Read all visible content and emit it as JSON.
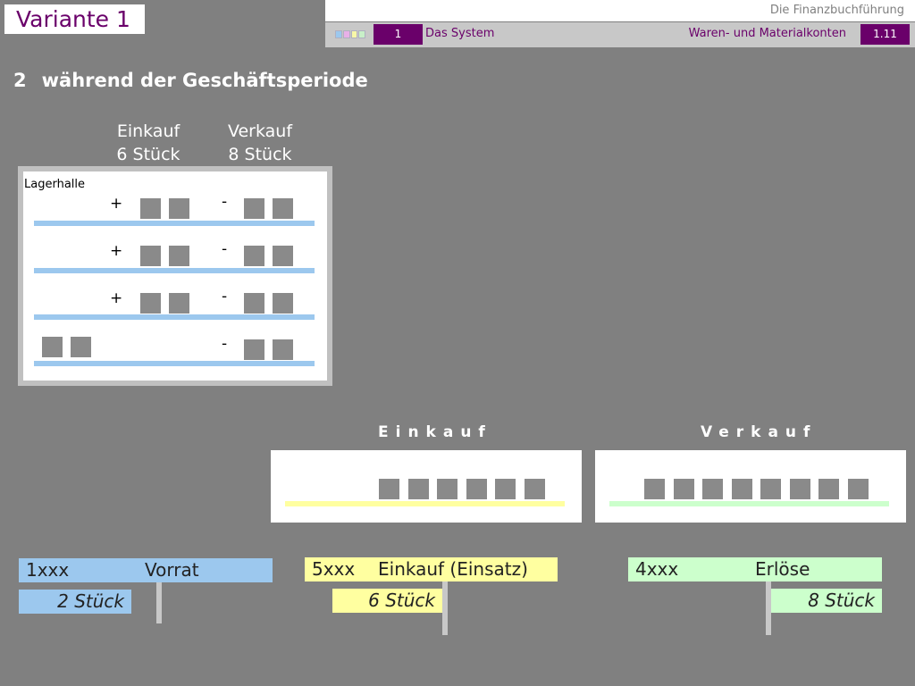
{
  "variant_label": "Variante 1",
  "header": {
    "book_title": "Die Finanzbuchführung",
    "chapter_number": "1",
    "chapter_title": "Das System",
    "section_title": "Waren- und Materialkonten",
    "page_number": "1.11",
    "legend_colors": [
      "#9cc8ee",
      "#e8b0e8",
      "#f8f8a8",
      "#c8f0c8"
    ]
  },
  "heading": {
    "number": "2",
    "text": "während der Geschäftsperiode"
  },
  "columns": {
    "purchase_title": "Einkauf",
    "purchase_qty": "6 Stück",
    "sale_title": "Verkauf",
    "sale_qty": "8 Stück"
  },
  "warehouse": {
    "title": "Lagerhalle",
    "rows": [
      {
        "plus": "+",
        "minus": "-"
      },
      {
        "plus": "+",
        "minus": "-"
      },
      {
        "plus": "+",
        "minus": "-"
      },
      {
        "plus": "",
        "minus": "-"
      }
    ]
  },
  "einkauf_box": {
    "title": "Einkauf",
    "units": 6,
    "line_color": "#ffffa0"
  },
  "verkauf_box": {
    "title": "Verkauf",
    "units": 8,
    "line_color": "#ccffcc"
  },
  "accounts": [
    {
      "number": "1xxx",
      "name": "Vorrat",
      "quantity": "2 Stück",
      "color": "#9cc8ee"
    },
    {
      "number": "5xxx",
      "name": "Einkauf (Einsatz)",
      "quantity": "6 Stück",
      "color": "#ffffa0"
    },
    {
      "number": "4xxx",
      "name": "Erlöse",
      "quantity": "8 Stück",
      "color": "#ccffcc"
    }
  ]
}
